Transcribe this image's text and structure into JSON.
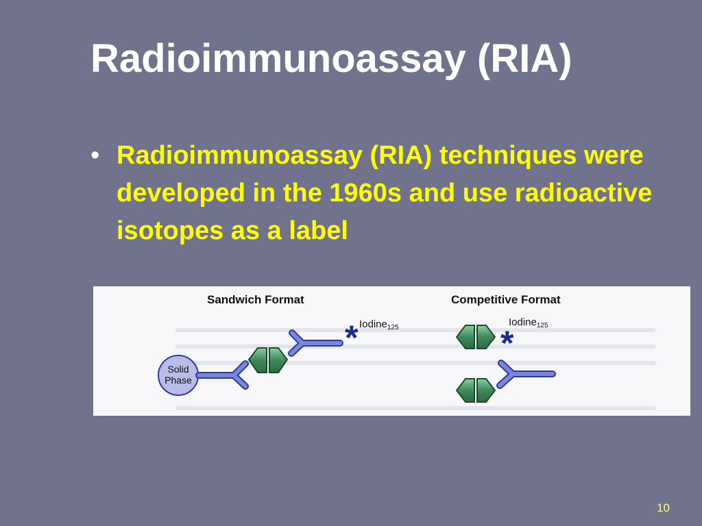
{
  "slide": {
    "title": "Radioimmunoassay (RIA)",
    "bullets": [
      "Radioimmunoassay (RIA) techniques were developed in the 1960s and use radioactive isotopes as a label"
    ],
    "page_number": "10"
  },
  "figure": {
    "sandwich_label": "Sandwich Format",
    "competitive_label": "Competitive Format",
    "solid_phase_line1": "Solid",
    "solid_phase_line2": "Phase",
    "isotope_label": "Iodine",
    "isotope_mass": "125",
    "label_marker": "*",
    "colors": {
      "antibody_fill": "#6f7bd4",
      "antibody_stroke": "#2b3a9c",
      "antigen_fill": "#3f8a5a",
      "antigen_stroke": "#1c4a2c",
      "asterisk": "#1a2b8a",
      "solid_phase_fill": "#b8bce6"
    }
  }
}
